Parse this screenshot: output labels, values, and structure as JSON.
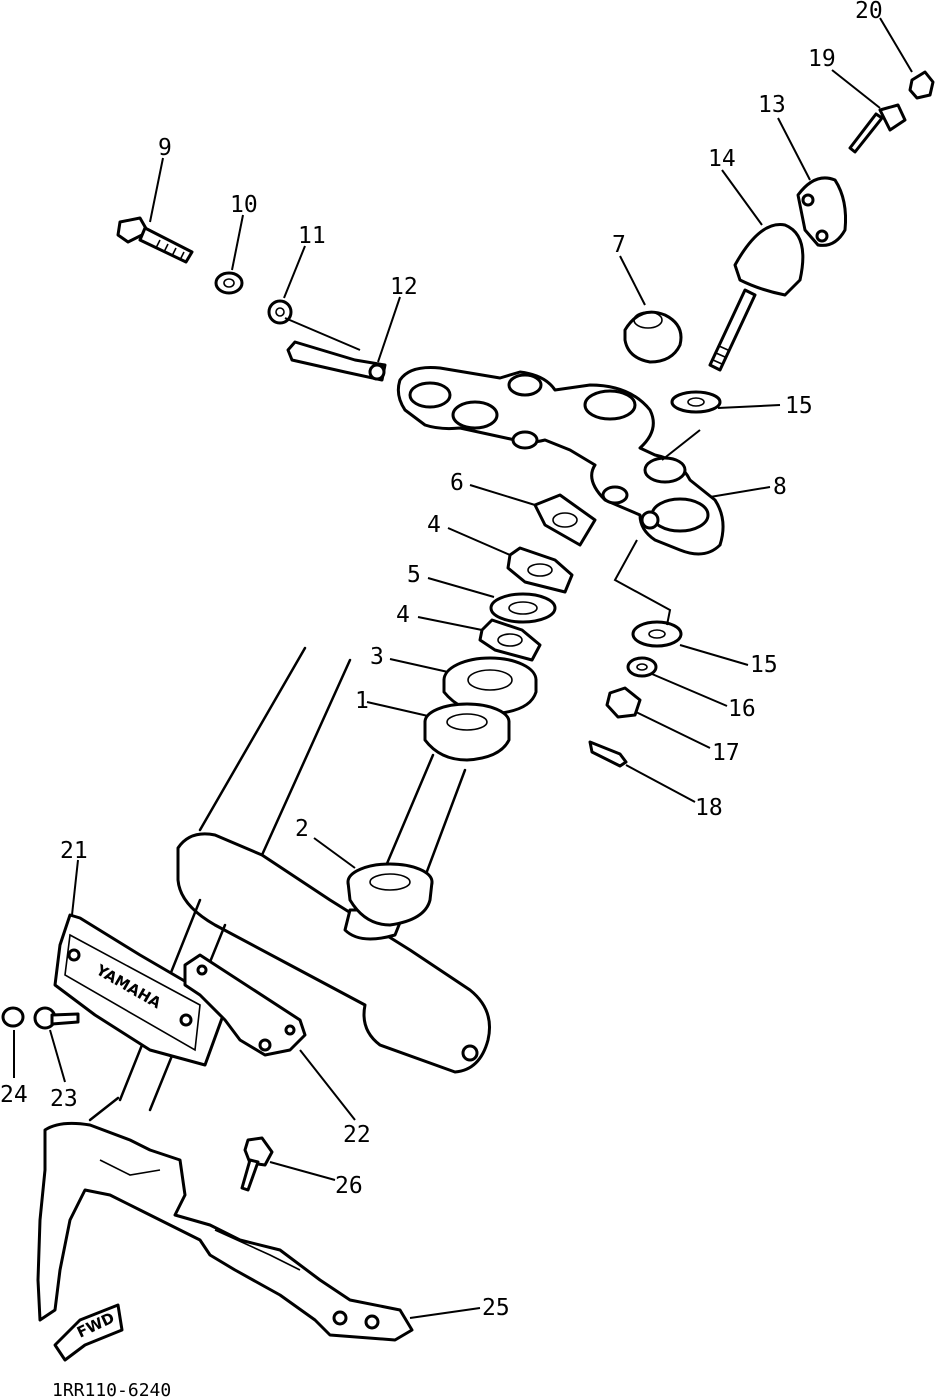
{
  "diagram": {
    "code": "1RR110-6240",
    "stamp_text": "YAMAHA",
    "fwd_text": "FWD",
    "labels": {
      "p1": "1",
      "p2": "2",
      "p3": "3",
      "p4a": "4",
      "p4b": "4",
      "p5": "5",
      "p6": "6",
      "p7": "7",
      "p8": "8",
      "p9": "9",
      "p10": "10",
      "p11": "11",
      "p12": "12",
      "p13": "13",
      "p14": "14",
      "p15a": "15",
      "p15b": "15",
      "p16": "16",
      "p17": "17",
      "p18": "18",
      "p19": "19",
      "p20": "20",
      "p21": "21",
      "p22": "22",
      "p23": "23",
      "p24": "24",
      "p25": "25",
      "p26": "26"
    }
  }
}
